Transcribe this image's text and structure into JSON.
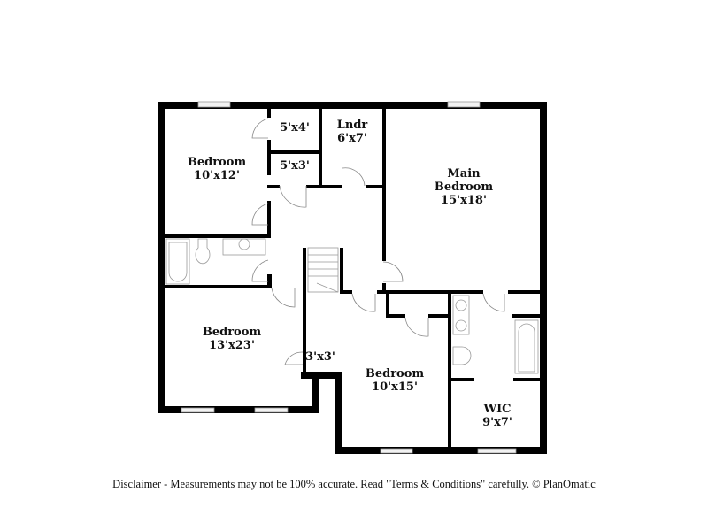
{
  "rooms": [
    {
      "name": "Bedroom",
      "size": "10'x12'"
    },
    {
      "name": "5'x4'",
      "size": ""
    },
    {
      "name": "5'x3'",
      "size": ""
    },
    {
      "name": "Lndr",
      "size": "6'x7'"
    },
    {
      "name": "Main Bedroom",
      "line1": "Main",
      "line2": "Bedroom",
      "size": "15'x18'"
    },
    {
      "name": "Bedroom",
      "size": "13'x23'"
    },
    {
      "name": "3'x3'",
      "size": ""
    },
    {
      "name": "Bedroom",
      "size": "10'x15'"
    },
    {
      "name": "WIC",
      "size": "9'x7'"
    }
  ],
  "footer": {
    "disclaimer": "Disclaimer - Measurements may not be 100% accurate. Read \"Terms & Conditions\" carefully. © PlanOmatic"
  },
  "colors": {
    "wall": "#000000",
    "fixture": "#999999",
    "background": "#ffffff"
  }
}
